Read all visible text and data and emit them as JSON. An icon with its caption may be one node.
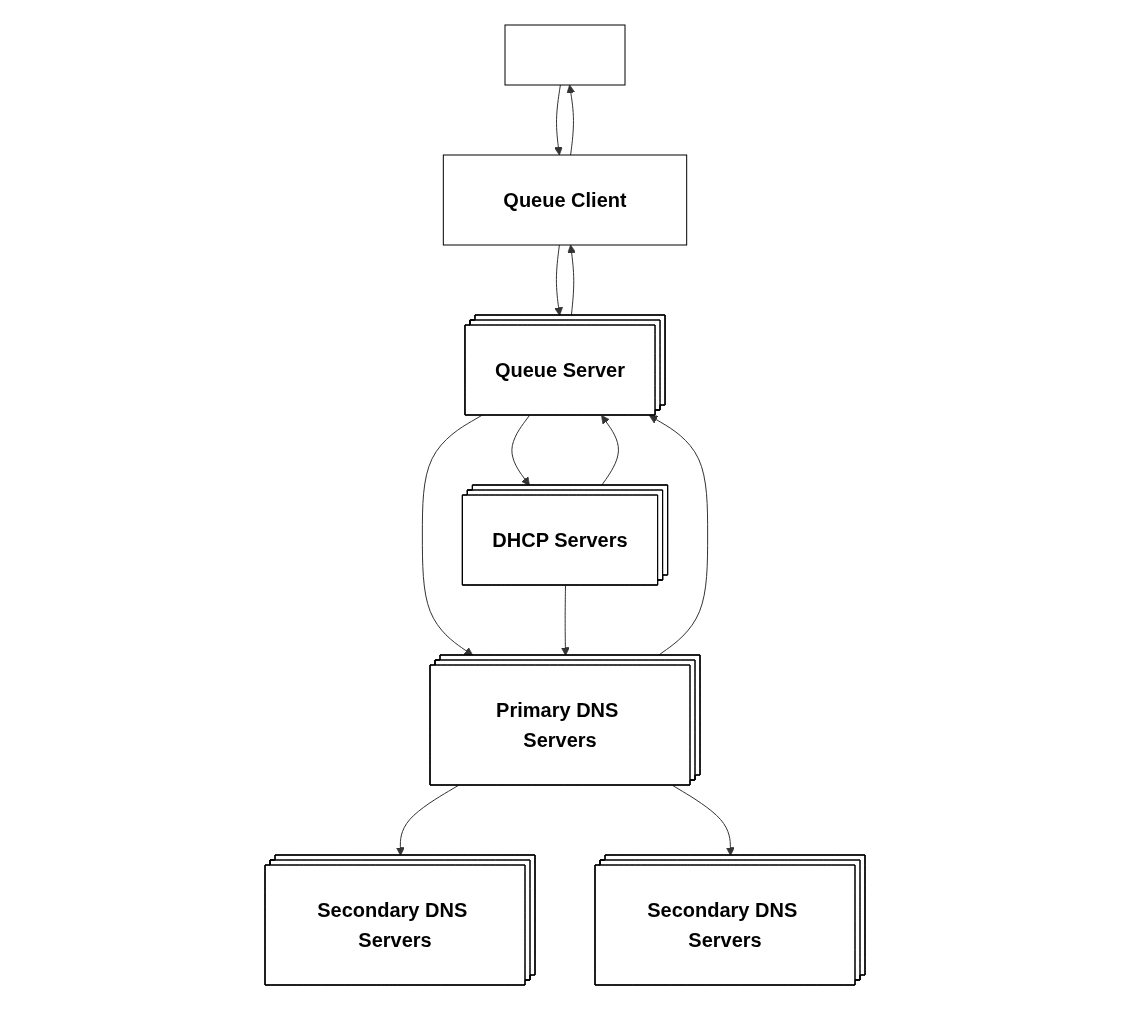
{
  "diagram": {
    "nodes": [
      {
        "text": [],
        "shape": "box"
      },
      {
        "text": [
          "Queue Client"
        ]
      },
      {
        "text": [
          "Queue Server"
        ]
      },
      {
        "text": [
          "Primary DNS Servers"
        ]
      },
      {
        "text": [
          "DHCP Servers"
        ]
      },
      {
        "text": [
          "Secondary DNS Servers"
        ]
      },
      {
        "text": [
          "Secondary DNS Servers"
        ]
      }
    ],
    "edges": [
      {
        "from": 1,
        "to": 0,
        "arrow": "to"
      },
      {
        "from": 0,
        "to": 1,
        "arrow": "to"
      },
      {
        "from": 1,
        "to": 2,
        "arrow": "to"
      },
      {
        "from": 2,
        "to": 1,
        "arrow": "to"
      },
      {
        "from": 2,
        "to": 3,
        "arrow": "to"
      },
      {
        "from": 3,
        "to": 2,
        "arrow": "to"
      },
      {
        "from": 2,
        "to": 4,
        "arrow": "to"
      },
      {
        "from": 4,
        "to": 2,
        "arrow": "to"
      },
      {
        "from": 4,
        "to": 3,
        "arrow": "to"
      },
      {
        "from": 3,
        "to": 5,
        "arrow": "to"
      },
      {
        "from": 3,
        "to": 6,
        "arrow": "to"
      }
    ]
  }
}
